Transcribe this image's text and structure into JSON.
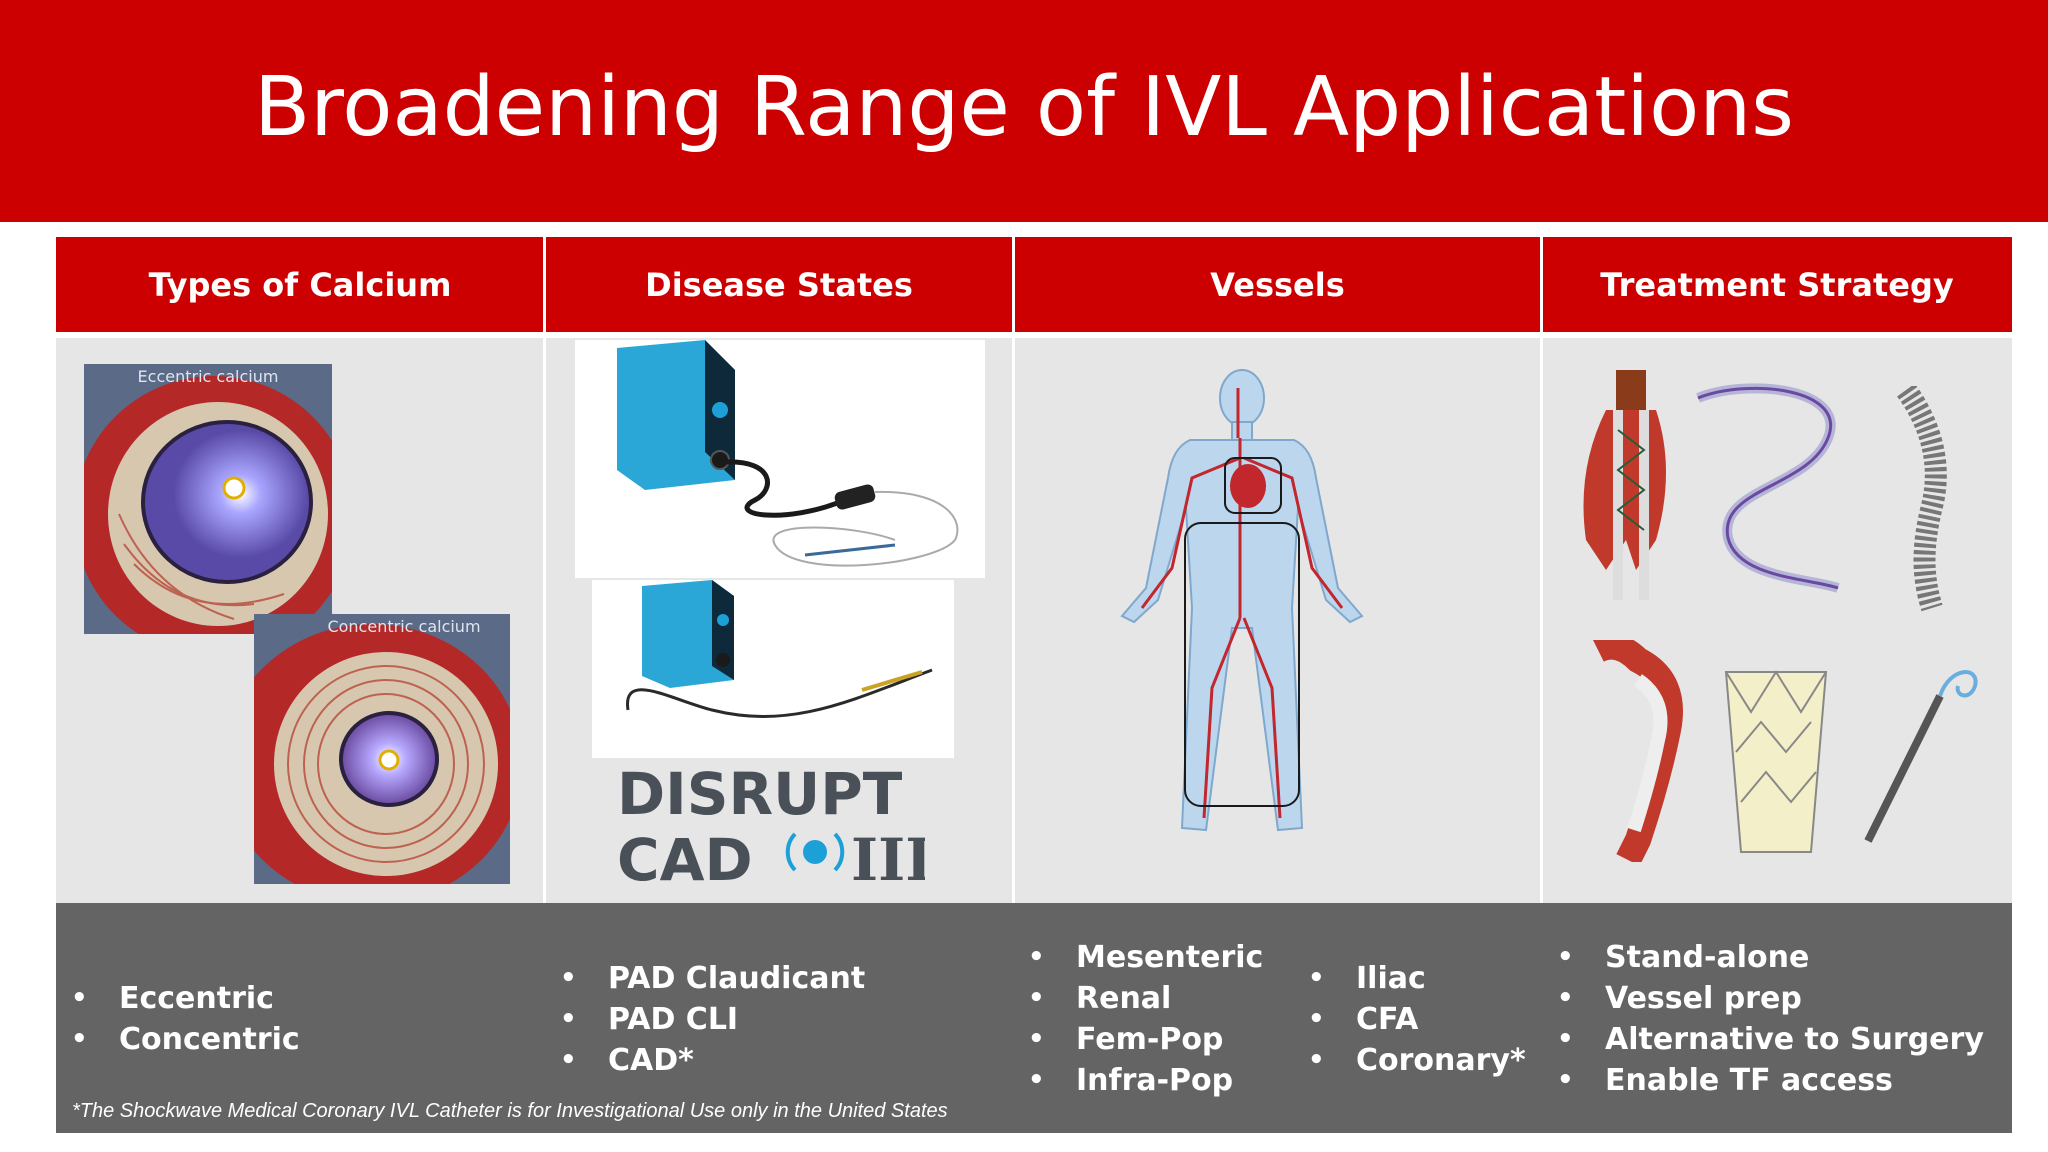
{
  "title": "Broadening Range of IVL Applications",
  "columns": [
    {
      "header": "Types of Calcium"
    },
    {
      "header": "Disease States"
    },
    {
      "header": "Vessels"
    },
    {
      "header": "Treatment Strategy"
    }
  ],
  "calcium": {
    "eccentric_caption": "Eccentric calcium",
    "concentric_caption": "Concentric calcium",
    "items": [
      "Eccentric",
      "Concentric"
    ]
  },
  "disease": {
    "logo_line1": "DISRUPT",
    "logo_line2_a": "CAD",
    "logo_line2_b": "III",
    "items": [
      "PAD Claudicant",
      "PAD CLI",
      "CAD*"
    ]
  },
  "vessels": {
    "items_left": [
      "Mesenteric",
      "Renal",
      "Fem-Pop",
      "Infra-Pop"
    ],
    "items_right": [
      "Iliac",
      "CFA",
      "Coronary*"
    ]
  },
  "strategy": {
    "items": [
      "Stand-alone",
      "Vessel prep",
      "Alternative to Surgery",
      "Enable TF access"
    ]
  },
  "footnote": "*The Shockwave Medical Coronary IVL Catheter is for Investigational Use only in the United States",
  "colors": {
    "brand_red": "#cc0000",
    "panel_gray": "#e6e6e6",
    "bottom_gray": "#646464"
  }
}
